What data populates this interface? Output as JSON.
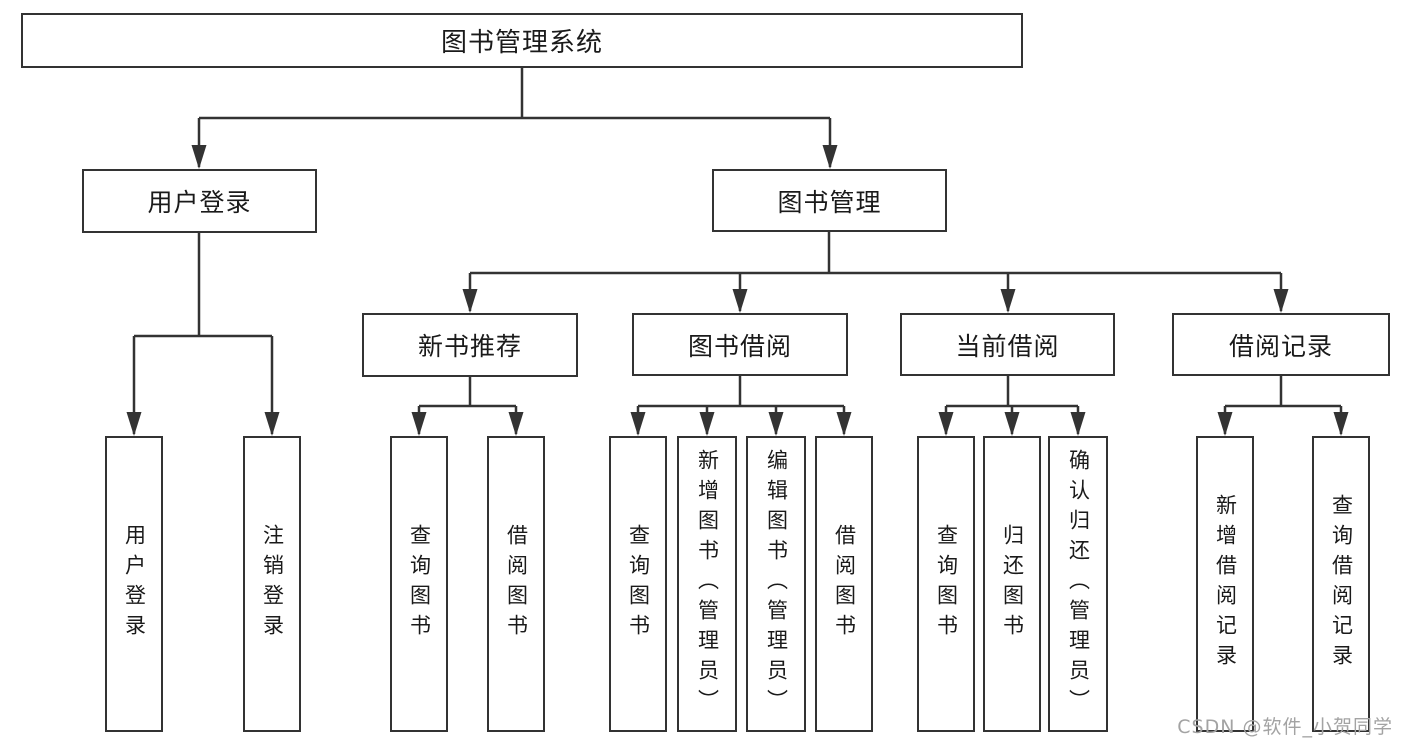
{
  "diagram": {
    "root": "图书管理系统",
    "login_branch": {
      "label": "用户登录",
      "children": [
        "用户登录",
        "注销登录"
      ]
    },
    "management_branch": {
      "label": "图书管理",
      "sections": [
        {
          "label": "新书推荐",
          "children": [
            "查询图书",
            "借阅图书"
          ]
        },
        {
          "label": "图书借阅",
          "children": [
            "查询图书",
            "新增图书（管理员）",
            "编辑图书（管理员）",
            "借阅图书"
          ]
        },
        {
          "label": "当前借阅",
          "children": [
            "查询图书",
            "归还图书",
            "确认归还（管理员）"
          ]
        },
        {
          "label": "借阅记录",
          "children": [
            "新增借阅记录",
            "查询借阅记录"
          ]
        }
      ]
    }
  },
  "watermark": {
    "text": "CSDN @软件_小贺同学"
  },
  "colors": {
    "line": "#333333",
    "box_border": "#333333",
    "box_fill": "#ffffff",
    "text": "#1a1a1a",
    "watermark": "#a3a3a3",
    "background": "#ffffff"
  }
}
